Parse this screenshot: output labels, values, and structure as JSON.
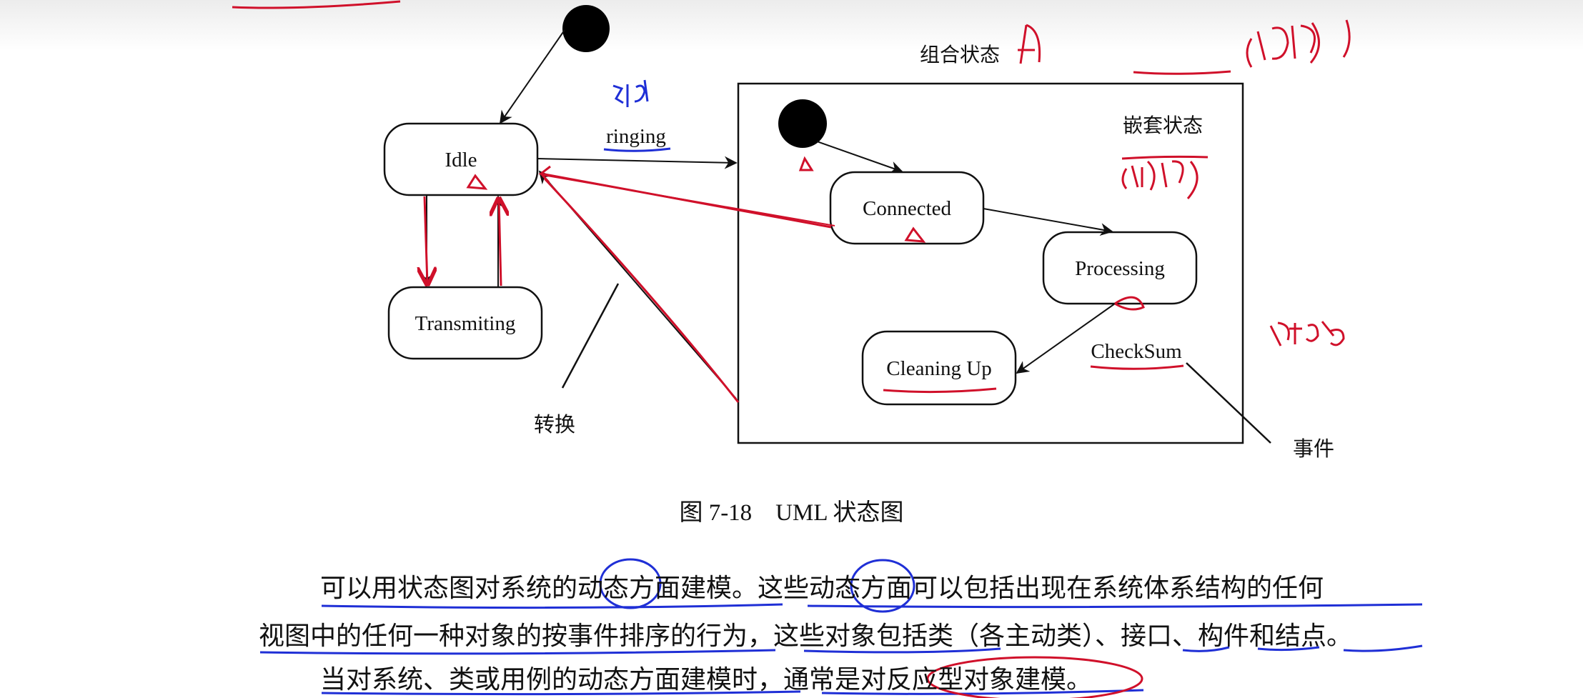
{
  "diagram": {
    "states": {
      "idle": "Idle",
      "transmiting": "Transmiting",
      "connected": "Connected",
      "processing": "Processing",
      "cleaning_up": "Cleaning Up"
    },
    "labels": {
      "ringing": "ringing",
      "checksum": "CheckSum",
      "composite_state": "组合状态",
      "nested_state": "嵌套状态",
      "transition": "转换",
      "event": "事件"
    },
    "caption": "图 7-18　UML 状态图"
  },
  "paragraph": {
    "line1": "可以用状态图对系统的动态方面建模。这些动态方面可以包括出现在系统体系结构的任何",
    "line2": "视图中的任何一种对象的按事件排序的行为，这些对象包括类（各主动类）、接口、构件和结点。",
    "line3": "当对系统、类或用例的动态方面建模时，通常是对反应型对象建模。"
  },
  "colors": {
    "ink": "#111111",
    "annotation_red": "#d0102a",
    "annotation_blue": "#1f2fd6"
  }
}
